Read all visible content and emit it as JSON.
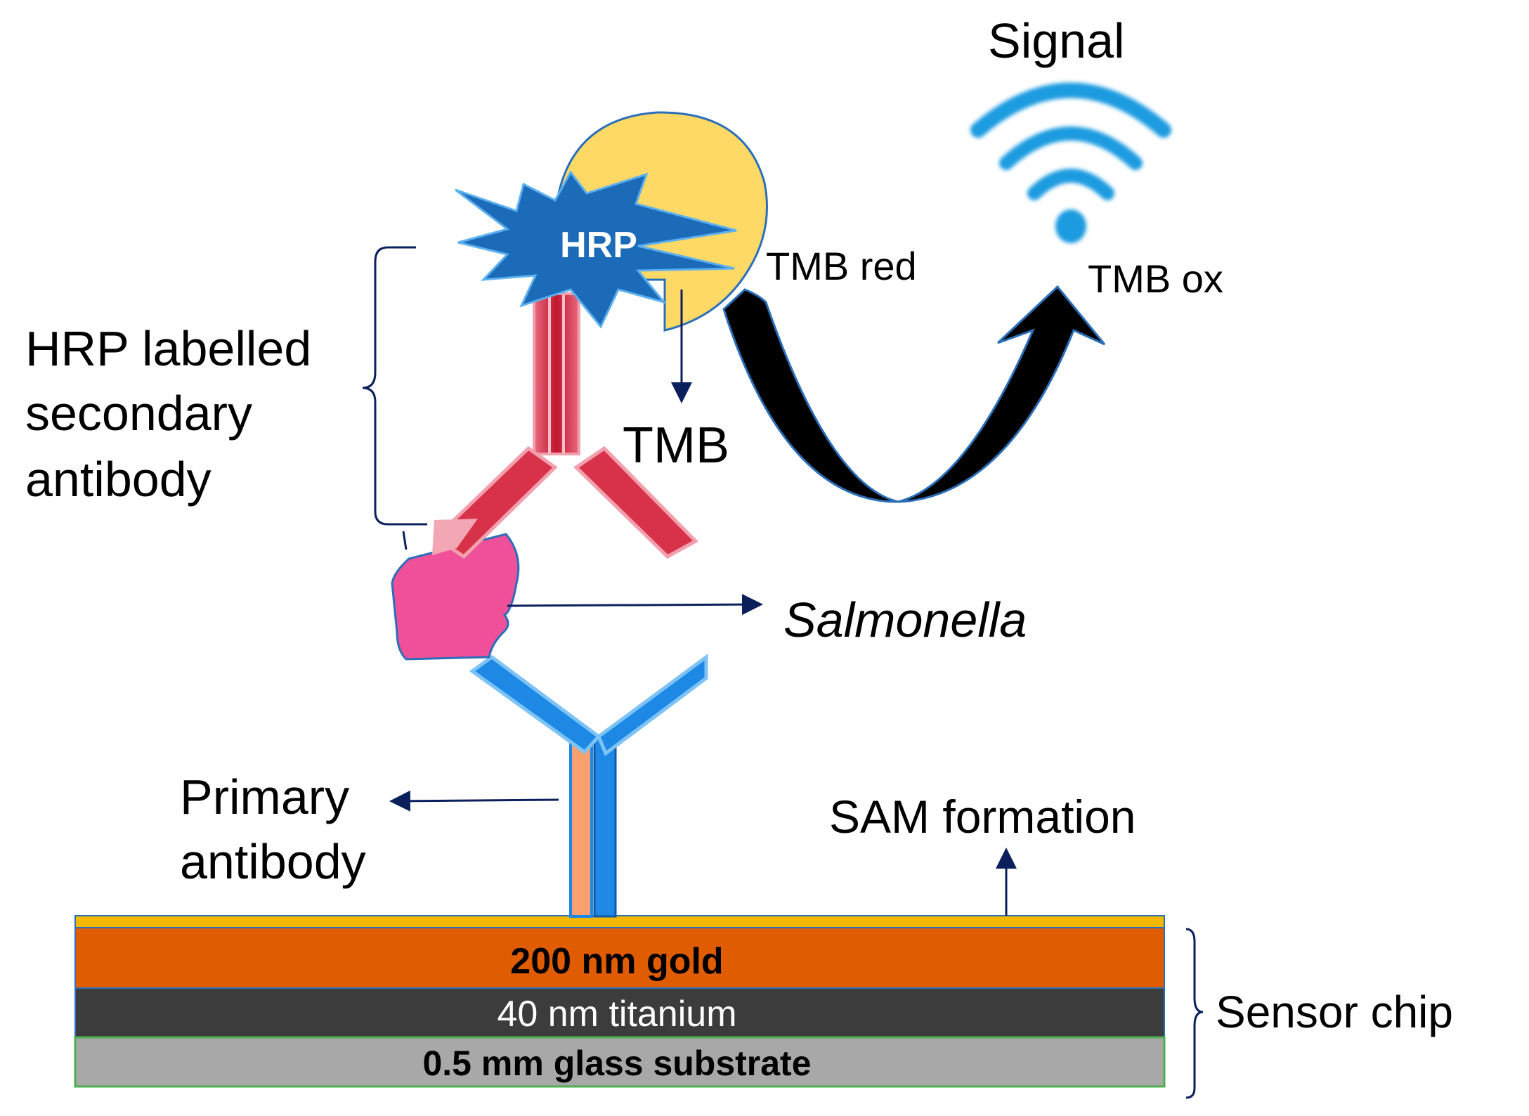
{
  "labels": {
    "signal": "Signal",
    "hrp": "HRP",
    "tmb_red": "TMB red",
    "tmb_ox": "TMB ox",
    "tmb": "TMB",
    "hrp_labelled_line1": "HRP labelled",
    "hrp_labelled_line2": "secondary",
    "hrp_labelled_line3": "antibody",
    "salmonella": "Salmonella",
    "primary_line1": "Primary",
    "primary_line2": "antibody",
    "sam_formation": "SAM formation",
    "sensor_chip": "Sensor chip"
  },
  "layers": [
    {
      "label": "200 nm gold",
      "color": "#DF5C00",
      "text_color": "#000000"
    },
    {
      "label": "40 nm titanium",
      "color": "#3C3C3C",
      "text_color": "#FFFFFF"
    },
    {
      "label": "0.5 mm glass substrate",
      "color": "#A8A8A8",
      "text_color": "#000000"
    }
  ],
  "colors": {
    "sam_layer": "#F5B800",
    "secondary_antibody": "#D8324A",
    "primary_antibody": "#1E88E5",
    "primary_antibody_core": "#F8A070",
    "salmonella": "#F0509A",
    "hrp_star": "#1B6BB8",
    "enzyme_blob": "#FFD966",
    "arrow": "#0B1F5C",
    "signal": "#1E9BE0"
  }
}
